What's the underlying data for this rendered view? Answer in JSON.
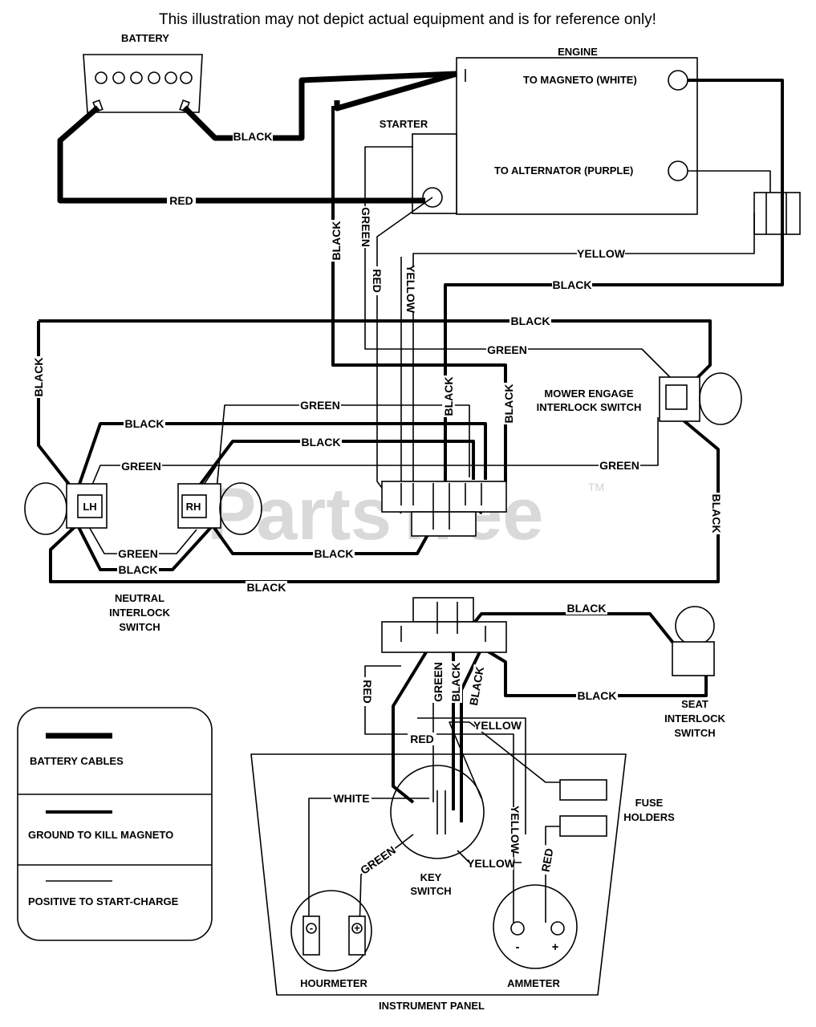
{
  "disclaimer": "This illustration may not depict actual equipment and is for reference only!",
  "watermark": "PartsTree",
  "watermark_tm": "TM",
  "components": {
    "battery": "BATTERY",
    "engine": "ENGINE",
    "to_magneto": "TO MAGNETO (WHITE)",
    "to_alternator": "TO ALTERNATOR (PURPLE)",
    "starter": "STARTER",
    "mower_engage_1": "MOWER ENGAGE",
    "mower_engage_2": "INTERLOCK SWITCH",
    "lh": "LH",
    "rh": "RH",
    "neutral_1": "NEUTRAL",
    "neutral_2": "INTERLOCK",
    "neutral_3": "SWITCH",
    "seat_1": "SEAT",
    "seat_2": "INTERLOCK",
    "seat_3": "SWITCH",
    "fuse_1": "FUSE",
    "fuse_2": "HOLDERS",
    "key_1": "KEY",
    "key_2": "SWITCH",
    "hourmeter": "HOURMETER",
    "ammeter": "AMMETER",
    "instrument_panel": "INSTRUMENT PANEL",
    "minus": "-",
    "plus": "+"
  },
  "legend": {
    "battery_cables": "BATTERY CABLES",
    "ground": "GROUND TO KILL MAGNETO",
    "positive": "POSITIVE TO START-CHARGE"
  },
  "wire_labels": {
    "black": "BLACK",
    "red": "RED",
    "green": "GREEN",
    "yellow": "YELLOW",
    "white": "WHITE"
  }
}
